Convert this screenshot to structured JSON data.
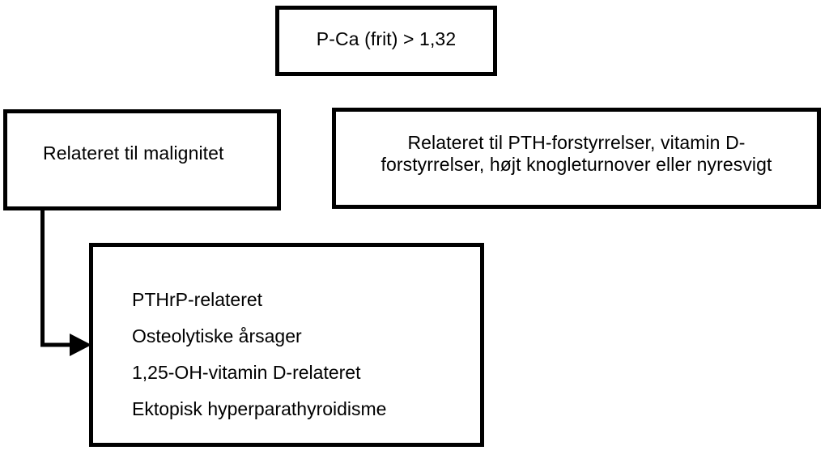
{
  "diagram": {
    "type": "flowchart",
    "language": "da",
    "background_color": "#ffffff",
    "line_color": "#000000",
    "text_color": "#000000",
    "nodes": {
      "root": {
        "label": "P-Ca (frit) > 1,32"
      },
      "malignancy": {
        "label": "Relateret til malignitet"
      },
      "other_causes": {
        "line1": "Relateret til PTH-forstyrrelser, vitamin D-",
        "line2": "forstyrrelser, højt knogleturnover eller nyresvigt"
      },
      "malignancy_causes": {
        "items": [
          "PTHrP-relateret",
          "Osteolytiske årsager",
          "1,25-OH-vitamin D-relateret",
          "Ektopisk hyperparathyroidisme"
        ]
      }
    },
    "connectors": [
      {
        "name": "malignancy-to-causes",
        "from": "malignancy",
        "to": "malignancy_causes",
        "style": "elbow",
        "arrowhead": "filled-triangle"
      }
    ]
  }
}
